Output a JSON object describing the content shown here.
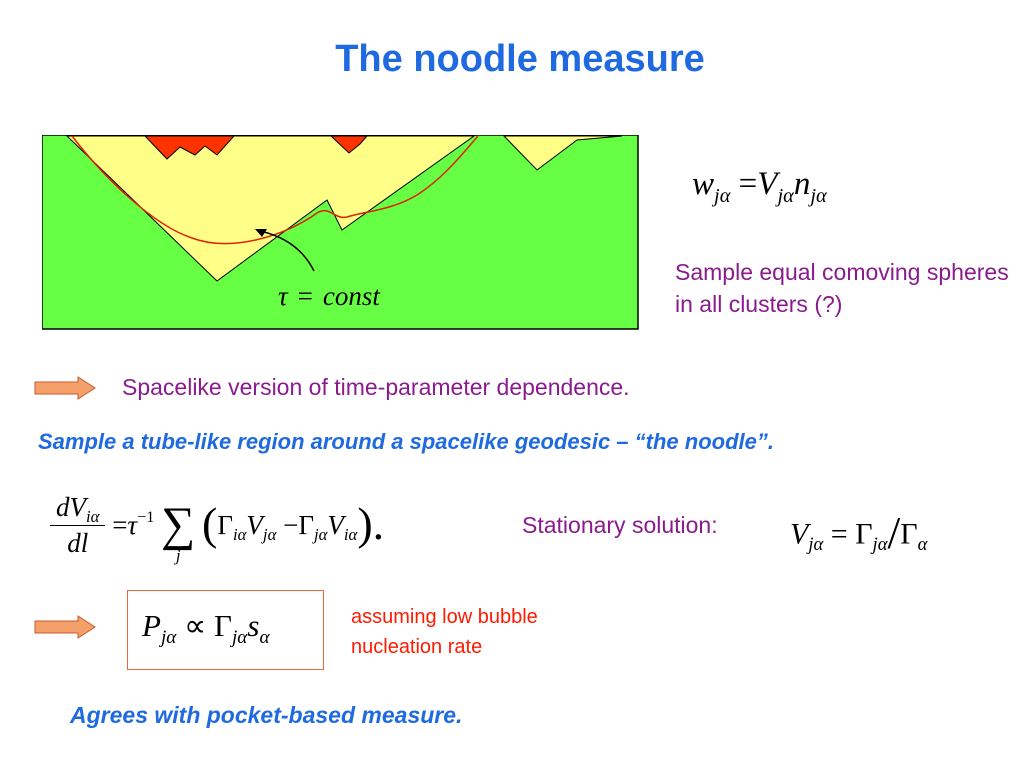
{
  "title": "The noodle measure",
  "diagram": {
    "colors": {
      "background": "#66ff44",
      "pocket": "#ffff88",
      "bubble": "#ff3300",
      "curve": "#e02000",
      "outline": "#000000"
    },
    "label_tau": "τ",
    "label_equals": "=",
    "label_const": "const"
  },
  "eq_weight": {
    "lhs": "w",
    "lhs_sub": "jα",
    "eq": "=",
    "v": "V",
    "v_sub": "jα",
    "n": "n",
    "n_sub": "jα"
  },
  "note_equal_spheres": "Sample equal comoving spheres in all clusters (?)",
  "arrow_color": "#f5a06a",
  "text_spacelike": "Spacelike version of time-parameter dependence.",
  "text_tube": "Sample a tube-like region around a spacelike geodesic  – “the noodle”.",
  "eq_rate": {
    "num": "dV",
    "num_sub": "iα",
    "den": "dl",
    "eq": "=",
    "tau": "τ",
    "tau_sup": "−1",
    "sum": "∑",
    "sum_idx": "j",
    "open": "(",
    "g1": "Γ",
    "g1_sub": "iα",
    "v1": "V",
    "v1_sub": "jα",
    "minus": "−",
    "g2": "Γ",
    "g2_sub": "jα",
    "v2": "V",
    "v2_sub": "iα",
    "close": ").",
    "tail": ""
  },
  "text_stationary": "Stationary solution:",
  "eq_stationary": {
    "v": "V",
    "v_sub": "jα",
    "eq": "=",
    "g1": "Γ",
    "g1_sub": "jα",
    "slash": "/",
    "g2": "Γ",
    "g2_sub": "α"
  },
  "eq_prob": {
    "p": "P",
    "p_sub": "jα",
    "prop": "∝",
    "g": "Γ",
    "g_sub": "jα",
    "s": "s",
    "s_sub": "α"
  },
  "note_assuming": "assuming low bubble nucleation rate",
  "text_agrees": "Agrees with pocket-based measure."
}
